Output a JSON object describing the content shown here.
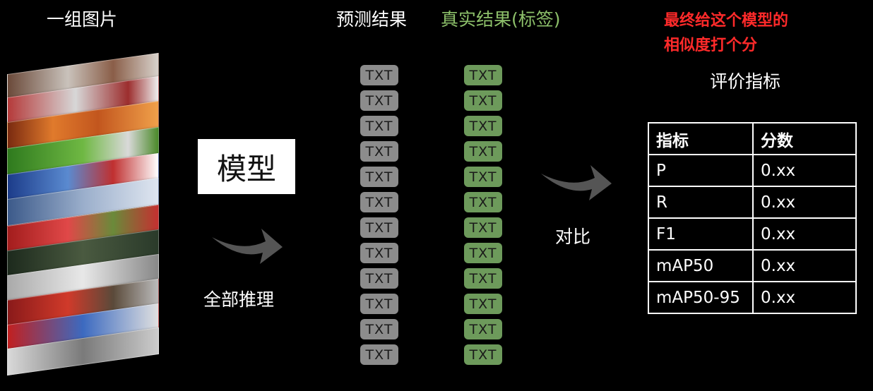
{
  "headings": {
    "images": "一组图片",
    "predictions": "预测结果",
    "ground_truth": "真实结果(标签)",
    "note_line1": "最终给这个模型的",
    "note_line2": "相似度打个分",
    "metrics_title": "评价指标"
  },
  "model_label": "模型",
  "infer_label": "全部推理",
  "compare_label": "对比",
  "prediction_boxes": [
    "TXT",
    "TXT",
    "TXT",
    "TXT",
    "TXT",
    "TXT",
    "TXT",
    "TXT",
    "TXT",
    "TXT",
    "TXT",
    "TXT"
  ],
  "truth_boxes": [
    "TXT",
    "TXT",
    "TXT",
    "TXT",
    "TXT",
    "TXT",
    "TXT",
    "TXT",
    "TXT",
    "TXT",
    "TXT",
    "TXT"
  ],
  "table": {
    "headers": [
      "指标",
      "分数"
    ],
    "rows": [
      [
        "P",
        "0.xx"
      ],
      [
        "R",
        "0.xx"
      ],
      [
        "F1",
        "0.xx"
      ],
      [
        "mAP50",
        "0.xx"
      ],
      [
        "mAP50-95",
        "0.xx"
      ]
    ]
  },
  "colors": {
    "background": "#000000",
    "prediction_box": "#8c8c8c",
    "truth_box": "#6d9a5b",
    "truth_heading": "#8dc06a",
    "note": "#ff2a2a",
    "arrow": "#555555"
  }
}
